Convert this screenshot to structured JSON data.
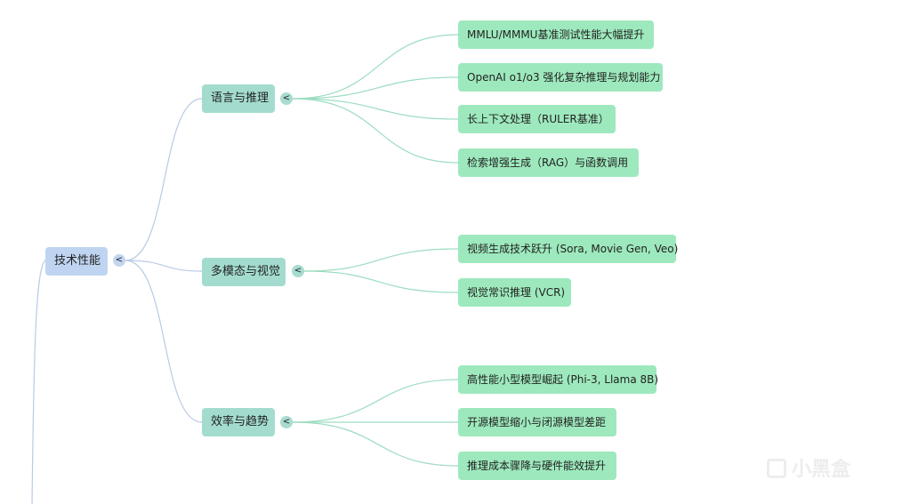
{
  "root": {
    "label": "技术性能",
    "toggle": "<"
  },
  "branches": [
    {
      "label": "语言与推理",
      "toggle": "<",
      "children": [
        "MMLU/MMMU基准测试性能大幅提升",
        "OpenAI o1/o3 强化复杂推理与规划能力",
        "长上下文处理（RULER基准）",
        "检索增强生成（RAG）与函数调用"
      ]
    },
    {
      "label": "多模态与视觉",
      "toggle": "<",
      "children": [
        "视频生成技术跃升 (Sora, Movie Gen, Veo)",
        "视觉常识推理 (VCR)"
      ]
    },
    {
      "label": "效率与趋势",
      "toggle": "<",
      "children": [
        "高性能小型模型崛起 (Phi-3, Llama 8B)",
        "开源模型缩小与闭源模型差距",
        "推理成本骤降与硬件能效提升"
      ]
    }
  ],
  "watermark": "小黑盒",
  "colors": {
    "root": "#bfd4f1",
    "branch": "#a3dccf",
    "leaf": "#9de9bd",
    "root_edge": "#b9cbe6",
    "leaf_edge": "#9ddcc0"
  }
}
